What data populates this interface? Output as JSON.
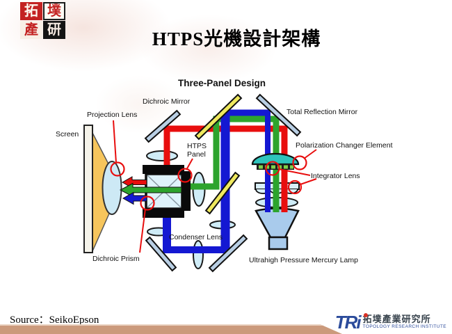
{
  "slide": {
    "title": "HTPS光機設計架構",
    "source": "Source：SeikoEpson"
  },
  "seal": {
    "chars": [
      "拓",
      "墣",
      "產",
      "研"
    ]
  },
  "diagram": {
    "heading": "Three-Panel Design",
    "labels": {
      "dichroic_mirror": "Dichroic Mirror",
      "total_reflection_mirror": "Total Reflection Mirror",
      "projection_lens": "Projection Lens",
      "screen": "Screen",
      "htps_panel_line1": "HTPS",
      "htps_panel_line2": "Panel",
      "polarization_changer": "Polarization Changer Element",
      "integrator_lens": "Integrator Lens",
      "condenser_lens": "Condenser Lens",
      "dichroic_prism": "Dichroic Prism",
      "mercury_lamp": "Ultrahigh Pressure Mercury Lamp"
    },
    "colors": {
      "red_path": "#E80E0E",
      "green_path": "#2DA42D",
      "blue_path": "#1418D2",
      "mirror_glass": "#B9CFE4",
      "dichroic_yellow": "#EFE95E",
      "lens_fill": "#CFECF7",
      "lamp_fill": "#A9CBEC",
      "polarizer_teal": "#2EC4BC",
      "annotation_red": "#E80E0E",
      "screen_cone_orange": "#F6C55C"
    }
  },
  "footer": {
    "bar_color": "#CB9A7C",
    "logo_text": "TRi",
    "logo_cn": "拓墣產業研究所",
    "logo_en": "TOPOLOGY RESEARCH INSTITUTE"
  }
}
